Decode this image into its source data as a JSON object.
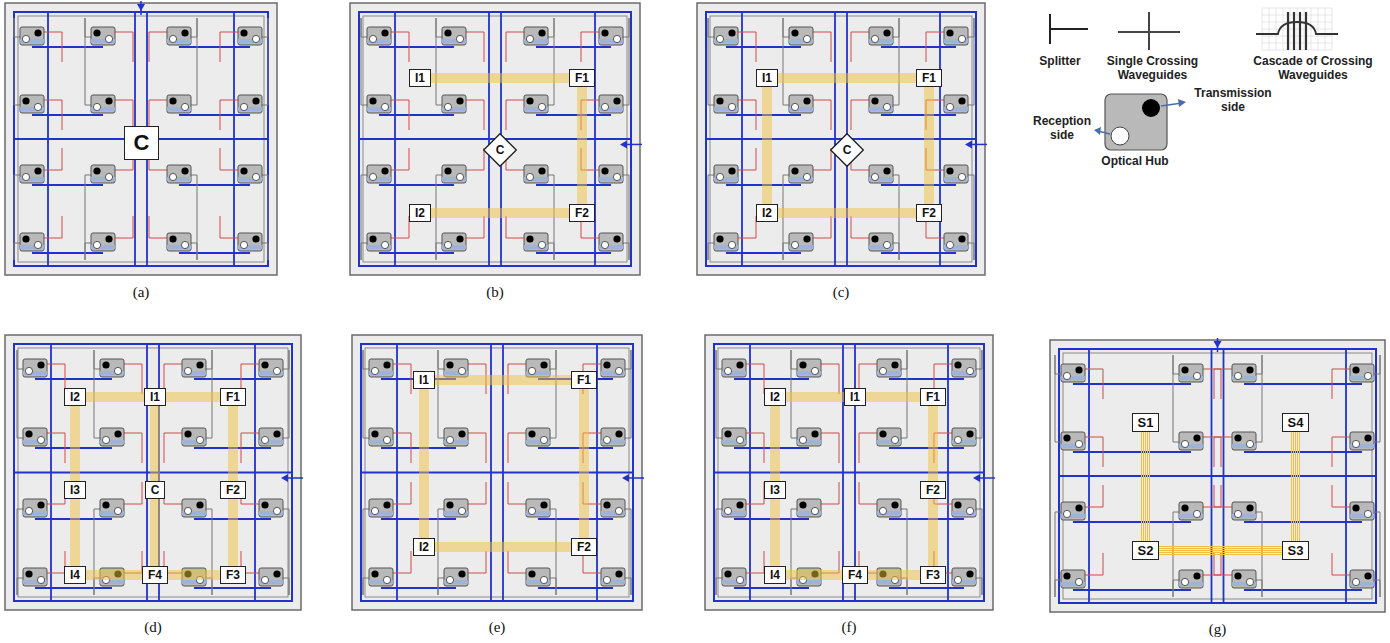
{
  "diagram": {
    "nodes": [
      {
        "text": [
          "(a)"
        ]
      },
      {
        "text": [
          "C"
        ],
        "in": 0
      },
      {
        "text": [
          "(b)"
        ]
      },
      {
        "text": [
          "I1"
        ],
        "in": 2
      },
      {
        "text": [
          "F1"
        ],
        "in": 2
      },
      {
        "text": [
          "C"
        ],
        "in": 2
      },
      {
        "text": [
          "I2"
        ],
        "in": 2
      },
      {
        "text": [
          "F2"
        ],
        "in": 2
      },
      {
        "text": [
          "(c)"
        ]
      },
      {
        "text": [
          "I1"
        ],
        "in": 8
      },
      {
        "text": [
          "F1"
        ],
        "in": 8
      },
      {
        "text": [
          "C"
        ],
        "in": 8
      },
      {
        "text": [
          "I2"
        ],
        "in": 8
      },
      {
        "text": [
          "F2"
        ],
        "in": 8
      },
      {
        "text": [
          "(d)"
        ]
      },
      {
        "text": [
          "I2"
        ],
        "in": 14
      },
      {
        "text": [
          "I1"
        ],
        "in": 14
      },
      {
        "text": [
          "F1"
        ],
        "in": 14
      },
      {
        "text": [
          "I3"
        ],
        "in": 14
      },
      {
        "text": [
          "C"
        ],
        "in": 14
      },
      {
        "text": [
          "F2"
        ],
        "in": 14
      },
      {
        "text": [
          "I4"
        ],
        "in": 14
      },
      {
        "text": [
          "F4"
        ],
        "in": 14
      },
      {
        "text": [
          "F3"
        ],
        "in": 14
      },
      {
        "text": [
          "(e)"
        ]
      },
      {
        "text": [
          "I1"
        ],
        "in": 24
      },
      {
        "text": [
          "F1"
        ],
        "in": 24
      },
      {
        "text": [
          "I2"
        ],
        "in": 24
      },
      {
        "text": [
          "F2"
        ],
        "in": 24
      },
      {
        "text": [
          "(f)"
        ]
      },
      {
        "text": [
          "I2"
        ],
        "in": 29
      },
      {
        "text": [
          "I1"
        ],
        "in": 29
      },
      {
        "text": [
          "F1"
        ],
        "in": 29
      },
      {
        "text": [
          "I3"
        ],
        "in": 29
      },
      {
        "text": [
          "F2"
        ],
        "in": 29
      },
      {
        "text": [
          "I4"
        ],
        "in": 29
      },
      {
        "text": [
          "F4"
        ],
        "in": 29
      },
      {
        "text": [
          "F3"
        ],
        "in": 29
      },
      {
        "text": [
          "(g)"
        ]
      },
      {
        "text": [
          "S1"
        ],
        "in": 38
      },
      {
        "text": [
          "S4"
        ],
        "in": 38
      },
      {
        "text": [
          "S2"
        ],
        "in": 38
      },
      {
        "text": [
          "S3"
        ],
        "in": 38
      }
    ],
    "edges": [
      {
        "from": 3,
        "to": 4,
        "arrow": "none"
      },
      {
        "from": 6,
        "to": 7,
        "arrow": "none"
      },
      {
        "from": 4,
        "to": 7,
        "arrow": "none"
      },
      {
        "from": 9,
        "to": 10,
        "arrow": "none"
      },
      {
        "from": 12,
        "to": 13,
        "arrow": "none"
      },
      {
        "from": 9,
        "to": 12,
        "arrow": "none"
      },
      {
        "from": 10,
        "to": 13,
        "arrow": "none"
      },
      {
        "from": 15,
        "to": 16,
        "arrow": "none"
      },
      {
        "from": 16,
        "to": 17,
        "arrow": "none"
      },
      {
        "from": 15,
        "to": 18,
        "arrow": "none"
      },
      {
        "from": 18,
        "to": 21,
        "arrow": "none"
      },
      {
        "from": 16,
        "to": 19,
        "arrow": "none"
      },
      {
        "from": 19,
        "to": 22,
        "arrow": "none"
      },
      {
        "from": 17,
        "to": 20,
        "arrow": "none"
      },
      {
        "from": 20,
        "to": 23,
        "arrow": "none"
      },
      {
        "from": 21,
        "to": 22,
        "arrow": "none"
      },
      {
        "from": 22,
        "to": 23,
        "arrow": "none"
      },
      {
        "from": 25,
        "to": 26,
        "arrow": "none"
      },
      {
        "from": 27,
        "to": 28,
        "arrow": "none"
      },
      {
        "from": 25,
        "to": 27,
        "arrow": "none"
      },
      {
        "from": 26,
        "to": 28,
        "arrow": "none"
      },
      {
        "from": 30,
        "to": 31,
        "arrow": "none"
      },
      {
        "from": 31,
        "to": 32,
        "arrow": "none"
      },
      {
        "from": 30,
        "to": 33,
        "arrow": "none"
      },
      {
        "from": 33,
        "to": 35,
        "arrow": "none"
      },
      {
        "from": 32,
        "to": 34,
        "arrow": "none"
      },
      {
        "from": 34,
        "to": 37,
        "arrow": "none"
      },
      {
        "from": 35,
        "to": 36,
        "arrow": "none"
      },
      {
        "from": 36,
        "to": 37,
        "arrow": "none"
      },
      {
        "from": 39,
        "to": 41,
        "arrow": "none"
      },
      {
        "from": 40,
        "to": 42,
        "arrow": "none"
      },
      {
        "from": 41,
        "to": 42,
        "arrow": "none"
      }
    ],
    "labels": [
      "Transmission side",
      "Reception side"
    ],
    "legend": [
      {
        "text": "Splitter"
      },
      {
        "text": "Single Crossing Waveguides"
      },
      {
        "text": "Cascade of Crossing Waveguides"
      },
      {
        "text": "Optical Hub"
      }
    ]
  }
}
